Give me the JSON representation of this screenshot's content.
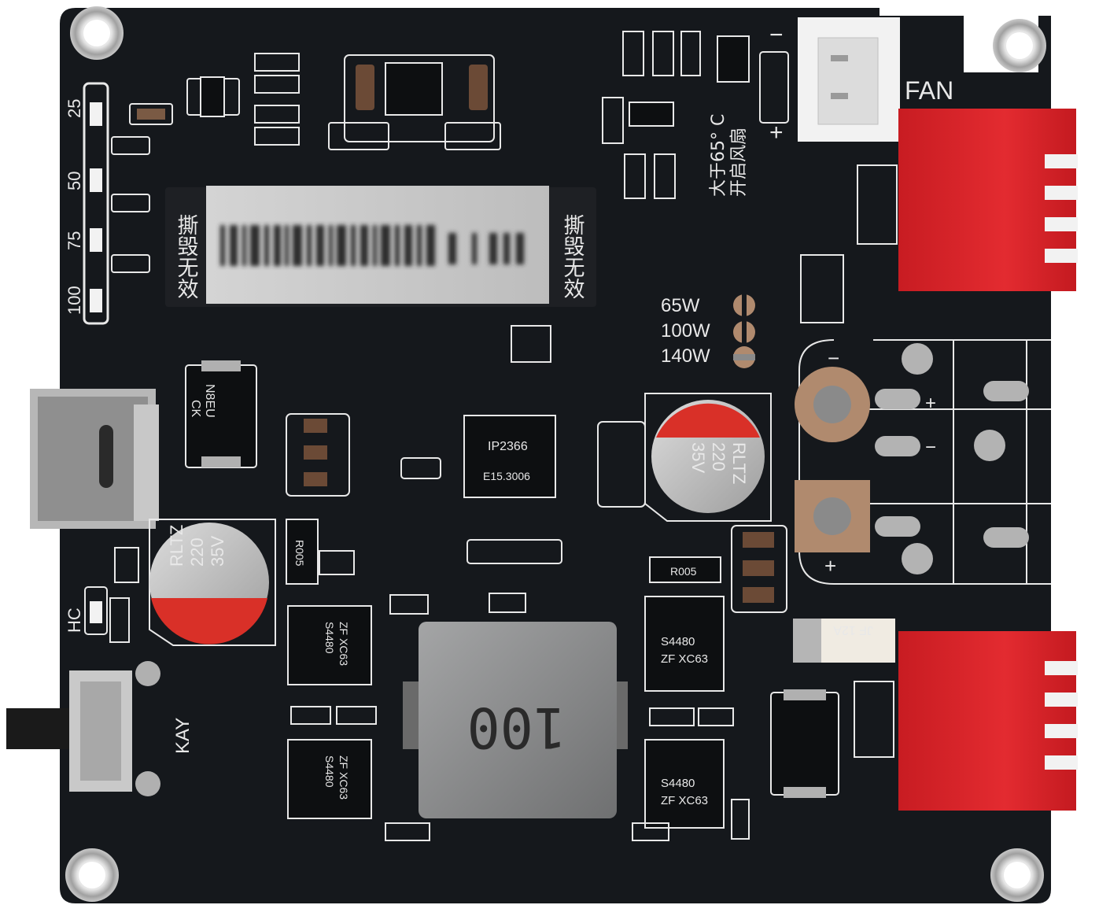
{
  "colors": {
    "background": "#ffffff",
    "pcb": "#15181c",
    "silkscreen": "#e8e8e8",
    "terminal_red": "#d8242a",
    "connector_white": "#f2f2f2",
    "capacitor_red": "#d93028",
    "inductor_gray": "#8c8d8e",
    "pad_copper": "#b08a6e"
  },
  "board": {
    "led_labels": [
      "25",
      "50",
      "75",
      "100"
    ],
    "sticker_text_left": "撕毁无效",
    "sticker_text_right": "撕毁无效",
    "fan_label": "FAN",
    "fan_minus": "−",
    "fan_plus": "+",
    "fan_note_line1": "大于65° C",
    "fan_note_line2": "开启风扇",
    "power_options": [
      "65W",
      "100W",
      "140W"
    ],
    "hc_label": "HC",
    "kay_label": "KAY",
    "terminal_minus": "−",
    "terminal_plus": "+",
    "io_plus_top": "+",
    "io_minus_mid": "−",
    "chip_top": "IP2366",
    "chip_bottom": "E15.3006",
    "cap_right": [
      "RLTZ",
      "220",
      "35V"
    ],
    "cap_left": [
      "RLTZ",
      "220",
      "35V"
    ],
    "inductor_text": "100",
    "mosfet_line1": "S4480",
    "mosfet_line2": "ZF XC63",
    "diode_top_text": "N8EU",
    "diode_top_text2": "CK",
    "fuse_text": "JF 12A",
    "resistor_r005": "R005"
  }
}
